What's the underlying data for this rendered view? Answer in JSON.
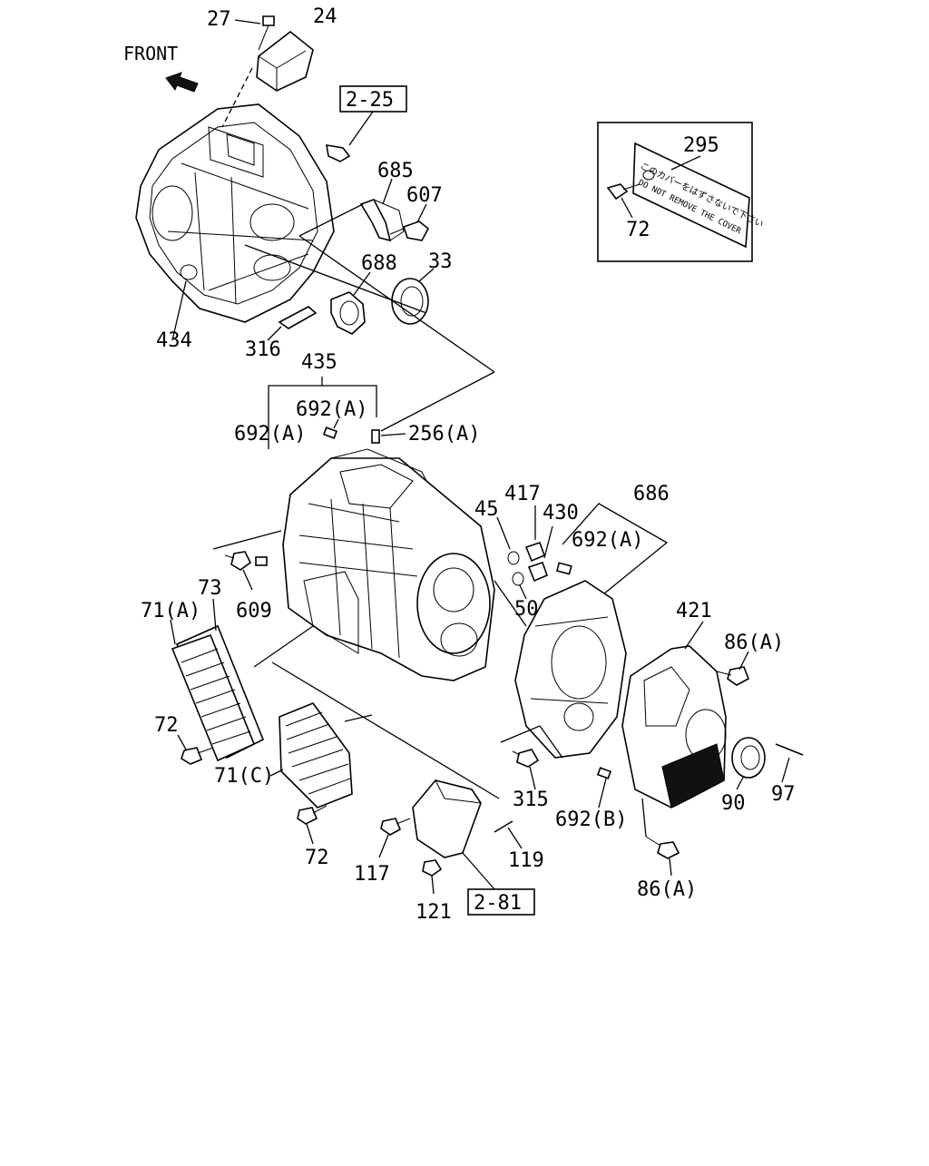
{
  "diagram": {
    "front_label": "FRONT",
    "ref_boxes": [
      "2-25",
      "2-81"
    ],
    "inset": {
      "part_295": "295",
      "part_72": "72",
      "plate_line1": "このカバーをはずさないで下さい",
      "plate_line2": "DO NOT REMOVE THE COVER"
    },
    "callouts": {
      "p27": "27",
      "p24": "24",
      "p685": "685",
      "p607": "607",
      "p688": "688",
      "p33": "33",
      "p434": "434",
      "p316": "316",
      "p435": "435",
      "p692a_top": "692(A)",
      "p692a_left": "692(A)",
      "p256a": "256(A)",
      "p45": "45",
      "p417": "417",
      "p430": "430",
      "p686": "686",
      "p692a_right": "692(A)",
      "p50": "50",
      "p609": "609",
      "p73": "73",
      "p71a": "71(A)",
      "p421": "421",
      "p86a_top": "86(A)",
      "p72_left": "72",
      "p71c": "71(C)",
      "p315": "315",
      "p692b": "692(B)",
      "p90": "90",
      "p97": "97",
      "p72_bottom": "72",
      "p117": "117",
      "p119": "119",
      "p86a_bottom": "86(A)",
      "p121": "121"
    }
  }
}
